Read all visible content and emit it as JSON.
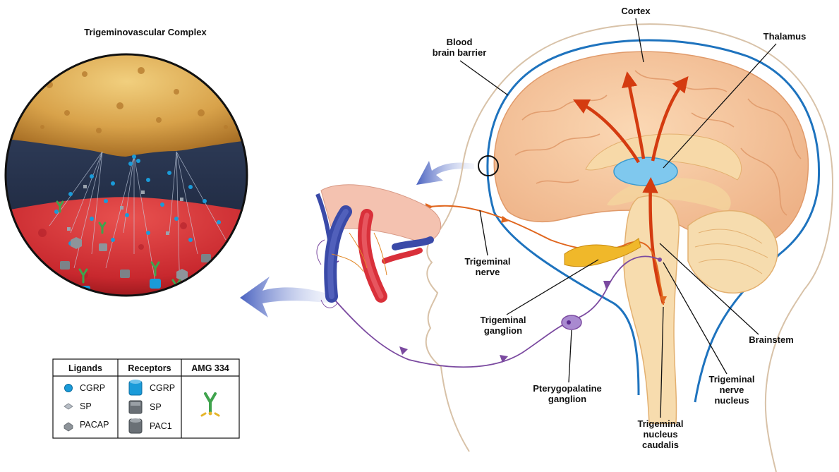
{
  "title": "Trigeminovascular Complex",
  "labels": {
    "cortex": "Cortex",
    "bbb_line1": "Blood",
    "bbb_line2": "brain barrier",
    "thalamus": "Thalamus",
    "trig_nerve_line1": "Trigeminal",
    "trig_nerve_line2": "nerve",
    "trig_ganglion_line1": "Trigeminal",
    "trig_ganglion_line2": "ganglion",
    "brainstem": "Brainstem",
    "ptery_line1": "Pterygopalatine",
    "ptery_line2": "ganglion",
    "tnn_line1": "Trigeminal",
    "tnn_line2": "nerve",
    "tnn_line3": "nucleus",
    "tnc_line1": "Trigeminal",
    "tnc_line2": "nucleus",
    "tnc_line3": "caudalis"
  },
  "legend": {
    "headers": [
      "Ligands",
      "Receptors",
      "AMG 334"
    ],
    "ligands": [
      "CGRP",
      "SP",
      "PACAP"
    ],
    "receptors": [
      "CGRP",
      "SP",
      "PAC1"
    ]
  },
  "colors": {
    "brain": "#f6c9a0",
    "blue_barrier": "#1e73be",
    "thalamus": "#7fc8ee",
    "nerve_orange": "#e0661e",
    "parasympathetic_purple": "#7b4aa0",
    "vessel_red": "#d9303a",
    "vessel_blue": "#3a4aa8",
    "neuron_gold": "#e9b55a",
    "tissue_red": "#d8383b",
    "cleft_dark": "#1e2c4a",
    "cgrp_blue": "#1a9bd9",
    "arrow_blue": "#5f78c8"
  }
}
